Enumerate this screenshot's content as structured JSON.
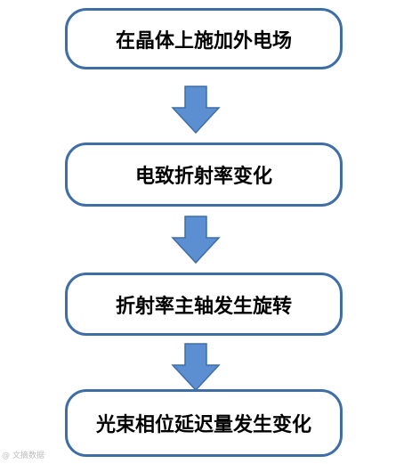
{
  "flowchart": {
    "steps": [
      {
        "label": "在晶体上施加外电场"
      },
      {
        "label": "电致折射率变化"
      },
      {
        "label": "折射率主轴发生旋转"
      },
      {
        "label": "光束相位延迟量发生变化"
      }
    ]
  },
  "colors": {
    "box_border": "#3f6ea6",
    "arrow_fill": "#5b8fd1",
    "arrow_stroke": "#3f6ea6"
  },
  "watermark": "@ 文摘数据"
}
